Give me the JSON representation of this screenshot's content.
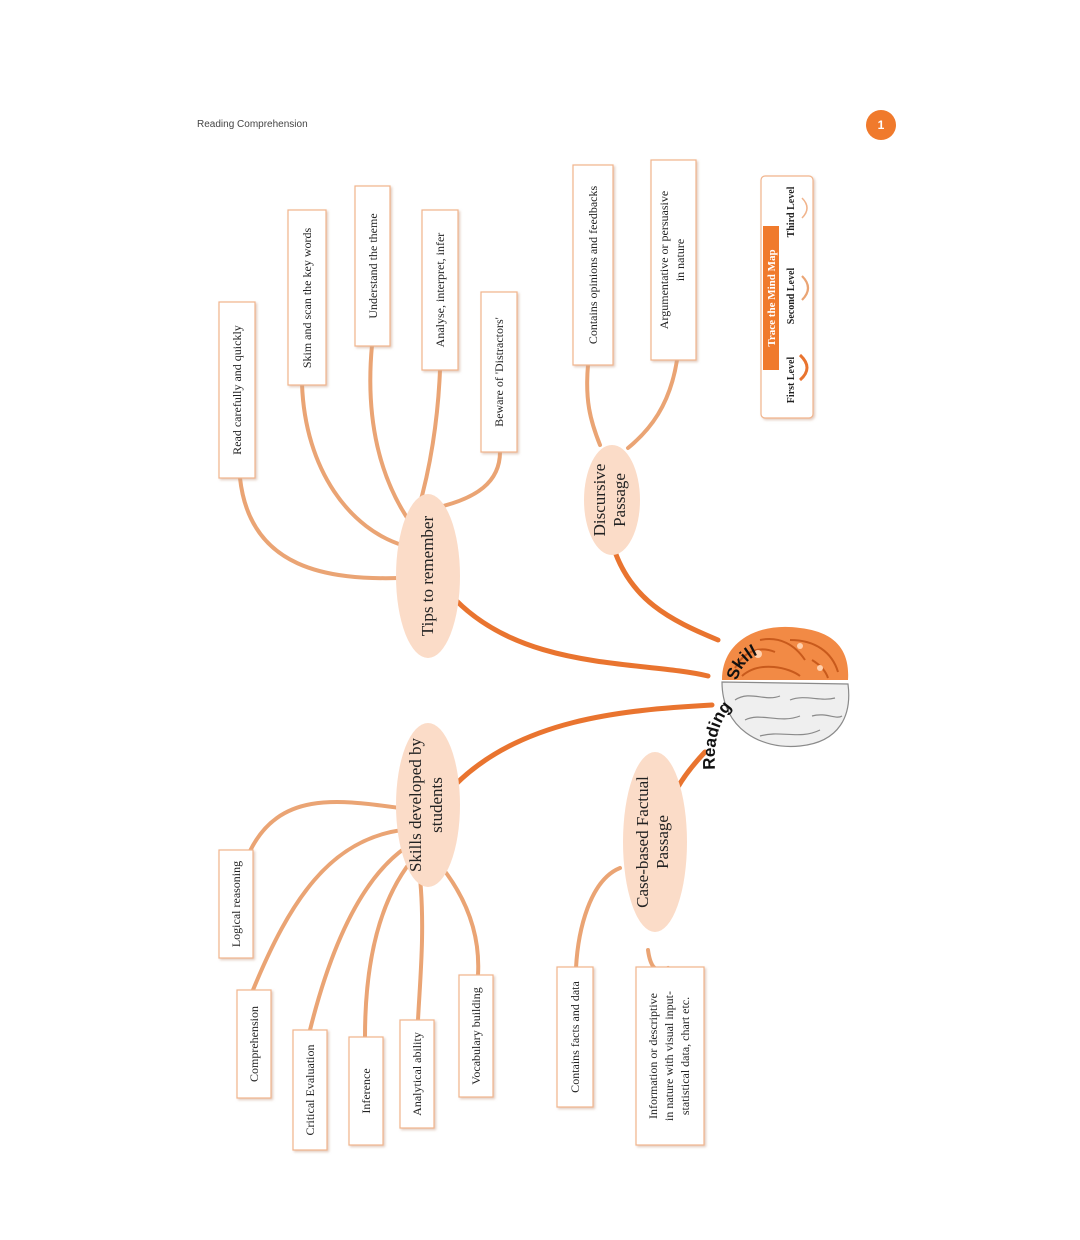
{
  "header": {
    "title": "Reading Comprehension",
    "page_number": "1"
  },
  "center": {
    "word1": "Reading",
    "word2": "Skills"
  },
  "hubs": {
    "tips": {
      "label": "Tips to remember"
    },
    "discursive": {
      "line1": "Discursive",
      "line2": "Passage"
    },
    "skills": {
      "line1": "Skills developed by",
      "line2": "students"
    },
    "case": {
      "line1": "Case-based Factual",
      "line2": "Passage"
    }
  },
  "tips_items": [
    "Read carefully and quickly",
    "Skim and scan the key words",
    "Understand the theme",
    "Analyse,  interpret, infer",
    "Beware of 'Distractors'"
  ],
  "discursive_items": {
    "opinions": "Contains opinions and feedbacks",
    "arg_line1": "Argumentative or persuasive",
    "arg_line2": "in nature"
  },
  "skills_items": [
    "Logical reasoning",
    "Comprehension",
    "Critical Evaluation",
    "Inference",
    "Analytical ability",
    "Vocabulary building"
  ],
  "case_items": {
    "facts": "Contains facts and data",
    "info_line1": "Information or descriptive",
    "info_line2": "in nature with  visual input-",
    "info_line3": "statistical data, chart etc."
  },
  "legend": {
    "title": "Trace the  Mind Map",
    "first": "First Level",
    "second": "Second Level",
    "third": "Third Level"
  },
  "colors": {
    "accent": "#f07a2c",
    "branch_main": "#e9742f",
    "branch_light": "#eaa474",
    "hub_fill": "#fbdcc8",
    "box_border": "#f1b48c"
  }
}
